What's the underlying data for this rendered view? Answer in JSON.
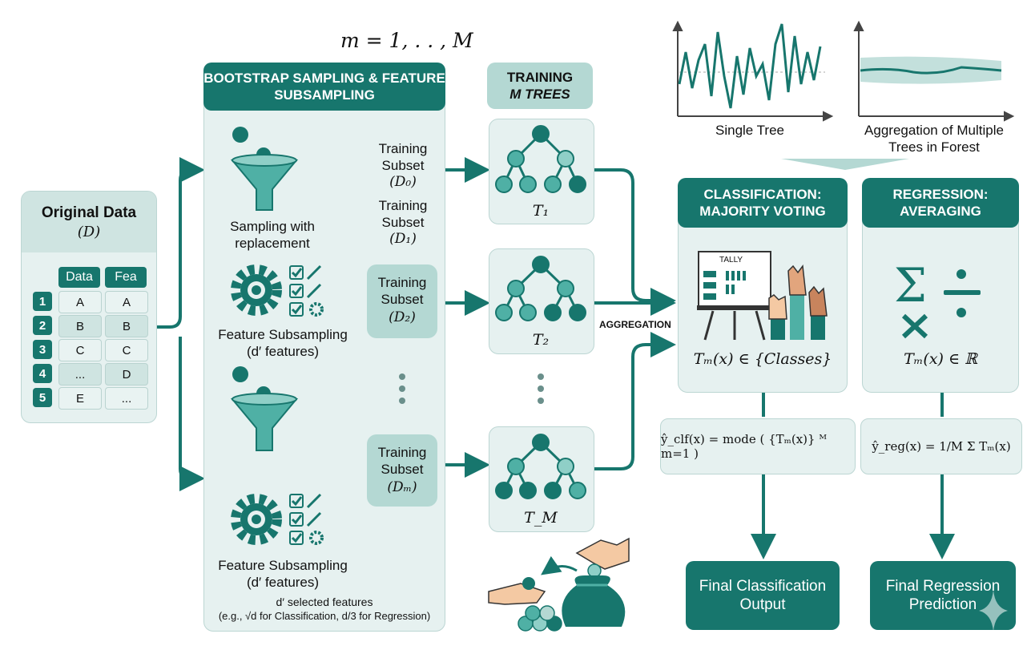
{
  "top_label": "m = 1, . . , M",
  "original": {
    "title": "Original Data",
    "symbol": "(D)",
    "columns": [
      "Data",
      "Fea"
    ],
    "rows": [
      {
        "n": "1",
        "data": "A",
        "fea": "A"
      },
      {
        "n": "2",
        "data": "B",
        "fea": "B"
      },
      {
        "n": "3",
        "data": "C",
        "fea": "C"
      },
      {
        "n": "4",
        "data": "...",
        "fea": "D"
      },
      {
        "n": "5",
        "data": "E",
        "fea": "..."
      }
    ]
  },
  "bootstrap": {
    "header": "BOOTSTRAP SAMPLING & FEATURE SUBSAMPLING",
    "sampling_label": "Sampling with replacement",
    "feature_label_1": "Feature Subsampling",
    "feature_sub_1": "(d′ features)",
    "feature_label_2": "Feature Subsampling",
    "feature_sub_2": "(d′ features)",
    "note_line1": "d′ selected features",
    "note_line2": "(e.g., √d for Classification, d/3 for Regression)"
  },
  "subsets": [
    {
      "label": "Training Subset",
      "sym": "(D₀)"
    },
    {
      "label": "Training Subset",
      "sym": "(D₁)"
    },
    {
      "label": "Training Subset",
      "sym": "(D₂)"
    },
    {
      "label": "Training Subset",
      "sym": "(Dₘ)"
    }
  ],
  "training": {
    "header_line1": "TRAINING",
    "header_line2": "M TREES"
  },
  "trees": [
    "T₁",
    "T₂",
    "T_M"
  ],
  "aggregation_label": "AGGREGATION",
  "plots": {
    "left_caption": "Single Tree",
    "right_caption": "Aggregation of Multiple Trees in Forest"
  },
  "classification": {
    "header": "CLASSIFICATION: MAJORITY VOTING",
    "tally": "TALLY",
    "expr": "Tₘ(x) ∈ {Classes}",
    "formula": "ŷ_clf(x) = mode ( {Tₘ(x)} ᴹ m=1 )",
    "output": "Final Classification Output"
  },
  "regression": {
    "header": "REGRESSION: AVERAGING",
    "expr": "Tₘ(x) ∈ ℝ",
    "formula": "ŷ_reg(x) = 1/M Σ Tₘ(x)",
    "output": "Final Regression Prediction"
  },
  "colors": {
    "teal": "#17766d",
    "light": "#e6f1f0",
    "mid": "#b4d8d3",
    "node": "#4fb0a5"
  },
  "icons": [
    "funnel-icon",
    "gear-icon",
    "checklist-icon",
    "tree-icon",
    "tally-board-icon",
    "raised-hands-icon",
    "sigma-icon",
    "divide-icon",
    "times-icon",
    "money-bag-icon",
    "hand-coin-icon",
    "sparkle-icon"
  ]
}
